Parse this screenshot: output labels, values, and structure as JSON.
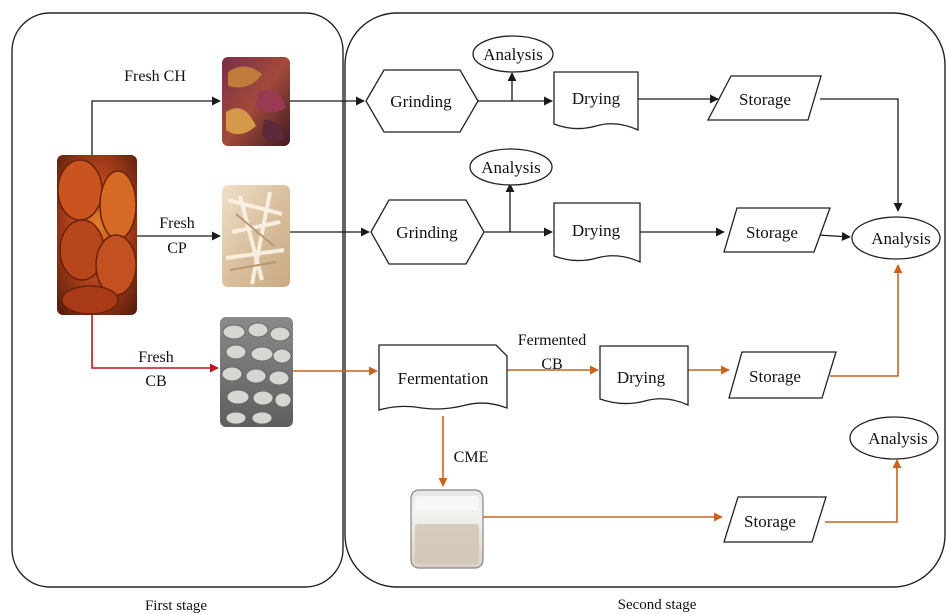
{
  "stages": {
    "first": "First stage",
    "second": "Second stage"
  },
  "edge_labels": {
    "fresh_ch": "Fresh CH",
    "fresh_cp_line1": "Fresh",
    "fresh_cp_line2": "CP",
    "fresh_cb_line1": "Fresh",
    "fresh_cb_line2": "CB",
    "fermented_cb_line1": "Fermented",
    "fermented_cb_line2": "CB",
    "cme": "CME"
  },
  "nodes": {
    "grinding_ch": "Grinding",
    "analysis_ch": "Analysis",
    "drying_ch": "Drying",
    "storage_ch": "Storage",
    "grinding_cp": "Grinding",
    "analysis_cp": "Analysis",
    "drying_cp": "Drying",
    "storage_cp": "Storage",
    "analysis_main": "Analysis",
    "fermentation": "Fermentation",
    "drying_cb": "Drying",
    "storage_cb": "Storage",
    "storage_cme": "Storage",
    "analysis_cme": "Analysis"
  },
  "colors": {
    "black_flow": "#1a1a1a",
    "orange_flow": "#c8641e",
    "red_flow": "#c0141e",
    "panel_border": "#222222"
  },
  "images": {
    "cocoa_pods": "cocoa-pods-photo",
    "cocoa_husk": "cocoa-husk-photo",
    "cocoa_pulp": "cocoa-pulp-photo",
    "cocoa_beans": "cocoa-beans-photo",
    "mucilage_jar": "cocoa-mucilage-exudate-photo"
  }
}
